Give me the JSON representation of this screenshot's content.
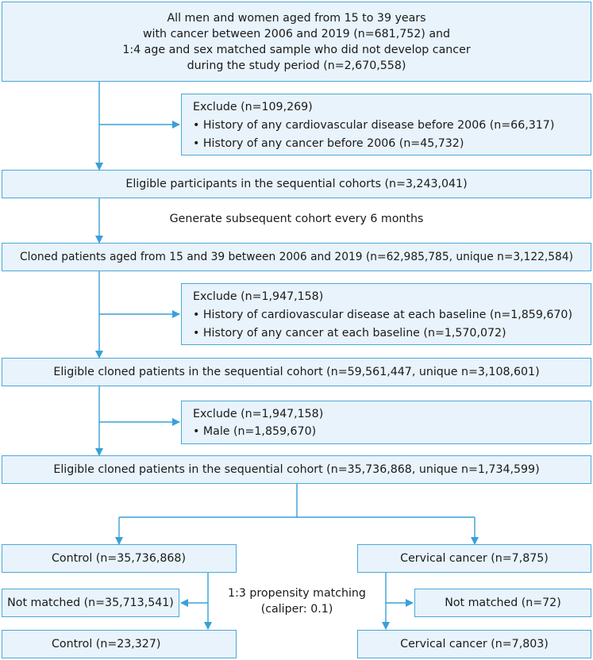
{
  "colors": {
    "box_fill": "#e8f3fb",
    "box_border": "#4aa8d8",
    "arrow": "#3aa0d8",
    "text": "#1a1a1a"
  },
  "top_box": {
    "lines": [
      "All men and women aged from 15 to 39 years",
      "with cancer between 2006 and 2019 (n=681,752) and",
      "1:4 age and sex matched sample who did not develop cancer",
      "during the study period (n=2,670,558)"
    ]
  },
  "exclude_1": {
    "title": "Exclude (n=109,269)",
    "items": [
      "• History of any cardiovascular disease before 2006 (n=66,317)",
      "• History of any cancer before 2006 (n=45,732)"
    ]
  },
  "eligible_1": "Eligible participants in the sequential cohorts (n=3,243,041)",
  "generate_note": "Generate subsequent cohort every 6 months",
  "cloned": "Cloned patients aged from 15 and 39 between 2006 and 2019 (n=62,985,785, unique n=3,122,584)",
  "exclude_2": {
    "title": "Exclude (n=1,947,158)",
    "items": [
      "• History of cardiovascular disease at each baseline (n=1,859,670)",
      "• History of any cancer at each baseline (n=1,570,072)"
    ]
  },
  "eligible_2": "Eligible cloned patients in the sequential cohort (n=59,561,447, unique n=3,108,601)",
  "exclude_3": {
    "title": "Exclude (n=1,947,158)",
    "items": [
      "• Male (n=1,859,670)"
    ]
  },
  "eligible_3": "Eligible cloned patients in the sequential cohort (n=35,736,868, unique n=1,734,599)",
  "control_1": "Control (n=35,736,868)",
  "cervical_1": "Cervical cancer (n=7,875)",
  "not_matched_left": "Not matched (n=35,713,541)",
  "not_matched_right": "Not matched (n=72)",
  "propensity": [
    "1:3 propensity matching",
    "(caliper: 0.1)"
  ],
  "control_2": "Control (n=23,327)",
  "cervical_2": "Cervical cancer (n=7,803)"
}
